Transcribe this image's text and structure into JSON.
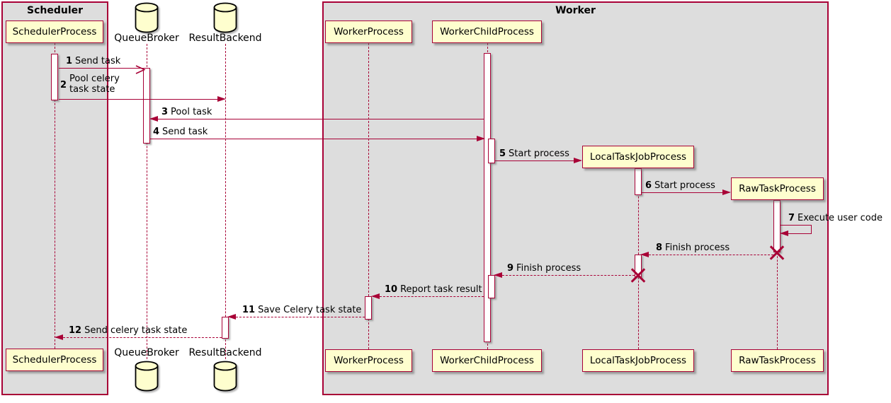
{
  "frames": {
    "scheduler": "Scheduler",
    "worker": "Worker"
  },
  "participants": {
    "scheduler_process": "SchedulerProcess",
    "queue_broker": "QueueBroker",
    "result_backend": "ResultBackend",
    "worker_process": "WorkerProcess",
    "worker_child_process": "WorkerChildProcess",
    "local_task_job_process": "LocalTaskJobProcess",
    "raw_task_process": "RawTaskProcess"
  },
  "messages": [
    {
      "num": "1",
      "text": "Send task"
    },
    {
      "num": "2",
      "text": "Pool celery task state",
      "line1": "Pool celery",
      "line2": "task state"
    },
    {
      "num": "3",
      "text": "Pool task"
    },
    {
      "num": "4",
      "text": "Send task"
    },
    {
      "num": "5",
      "text": "Start process"
    },
    {
      "num": "6",
      "text": "Start process"
    },
    {
      "num": "7",
      "text": "Execute user code"
    },
    {
      "num": "8",
      "text": "Finish process"
    },
    {
      "num": "9",
      "text": "Finish process"
    },
    {
      "num": "10",
      "text": "Report task result"
    },
    {
      "num": "11",
      "text": "Save Celery task state"
    },
    {
      "num": "12",
      "text": "Send celery task state"
    }
  ],
  "colors": {
    "line": "#A80036",
    "participant_fill": "#FEFECE",
    "frame_fill": "#DDDDDD",
    "text": "#000000"
  }
}
